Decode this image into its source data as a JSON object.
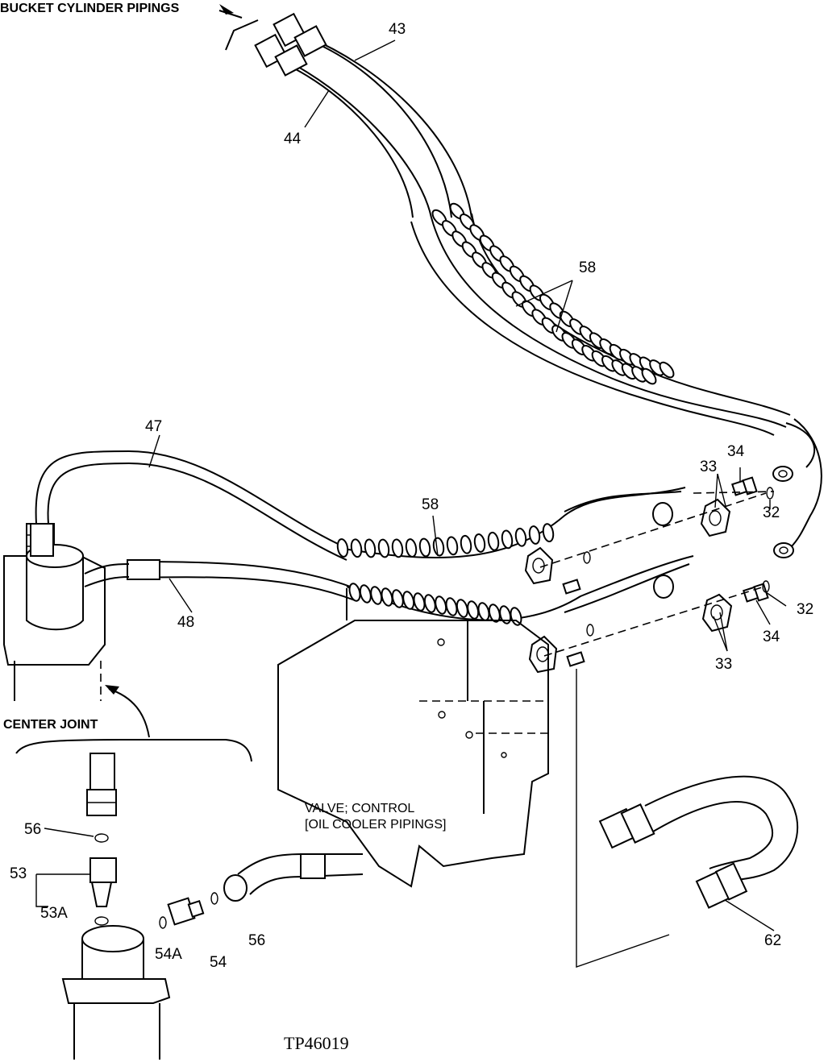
{
  "captions": {
    "bucket_cylinder": "BUCKET CYLINDER PIPINGS",
    "center_joint": "CENTER JOINT",
    "valve_line1": "VALVE; CONTROL",
    "valve_line2": "[OIL COOLER PIPINGS]",
    "figure_id": "TP46019"
  },
  "callouts": {
    "c43": "43",
    "c44": "44",
    "c58_top": "58",
    "c47": "47",
    "c58_mid": "58",
    "c48": "48",
    "c34_top": "34",
    "c33_top": "33",
    "c32_top": "32",
    "c32_mid": "32",
    "c34_bot": "34",
    "c33_bot": "33",
    "c56_left": "56",
    "c53": "53",
    "c53a": "53A",
    "c54a": "54A",
    "c54": "54",
    "c56_right": "56",
    "c62": "62"
  }
}
